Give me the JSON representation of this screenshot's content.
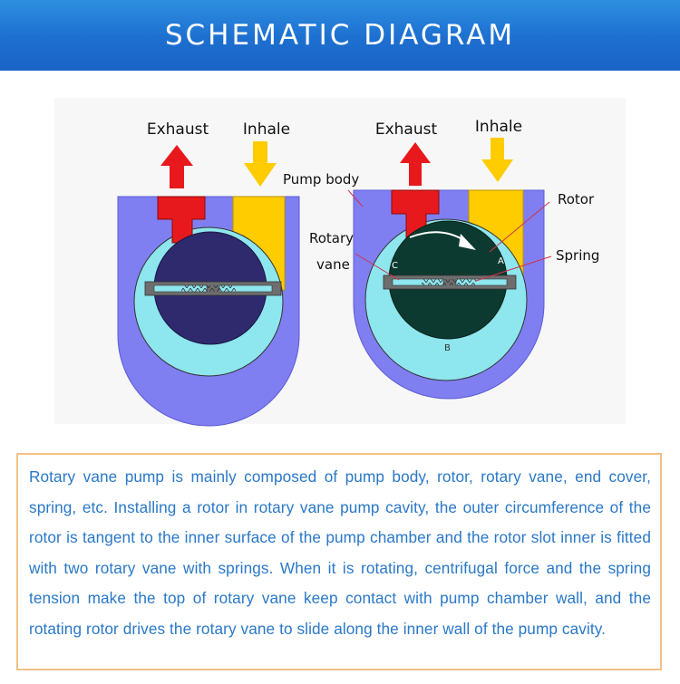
{
  "header": {
    "title": "SCHEMATIC DIAGRAM"
  },
  "diagram": {
    "left": {
      "exhaust_label": "Exhaust",
      "inhale_label": "Inhale"
    },
    "right": {
      "exhaust_label": "Exhaust",
      "inhale_label": "Inhale",
      "pump_body_label": "Pump body",
      "rotor_label": "Rotor",
      "rotary_label": "Rotary",
      "vane_label": "vane",
      "spring_label": "Spring",
      "point_a": "A",
      "point_b": "B",
      "point_c": "C"
    },
    "colors": {
      "pump_body": "#7f7ff2",
      "chamber": "#8ee6ee",
      "rotor_left": "#2f2a6e",
      "rotor_right": "#0d3a30",
      "exhaust": "#e8191c",
      "inhale": "#ffcc00",
      "vane": "#6e6e6e",
      "annotation_line": "#d2324a"
    }
  },
  "description": {
    "text": "Rotary vane pump is mainly composed of pump body, rotor, rotary vane, end cover, spring, etc. Installing a rotor in rotary vane pump cavity, the outer circumference of the rotor is tangent to the inner surface of the pump chamber and the rotor slot inner is fitted with two rotary vane with springs. When it is rotating, centrifugal force and the spring tension make the top of rotary vane keep contact with pump chamber wall, and the rotating rotor drives the rotary vane to slide along the inner wall of the pump cavity."
  }
}
